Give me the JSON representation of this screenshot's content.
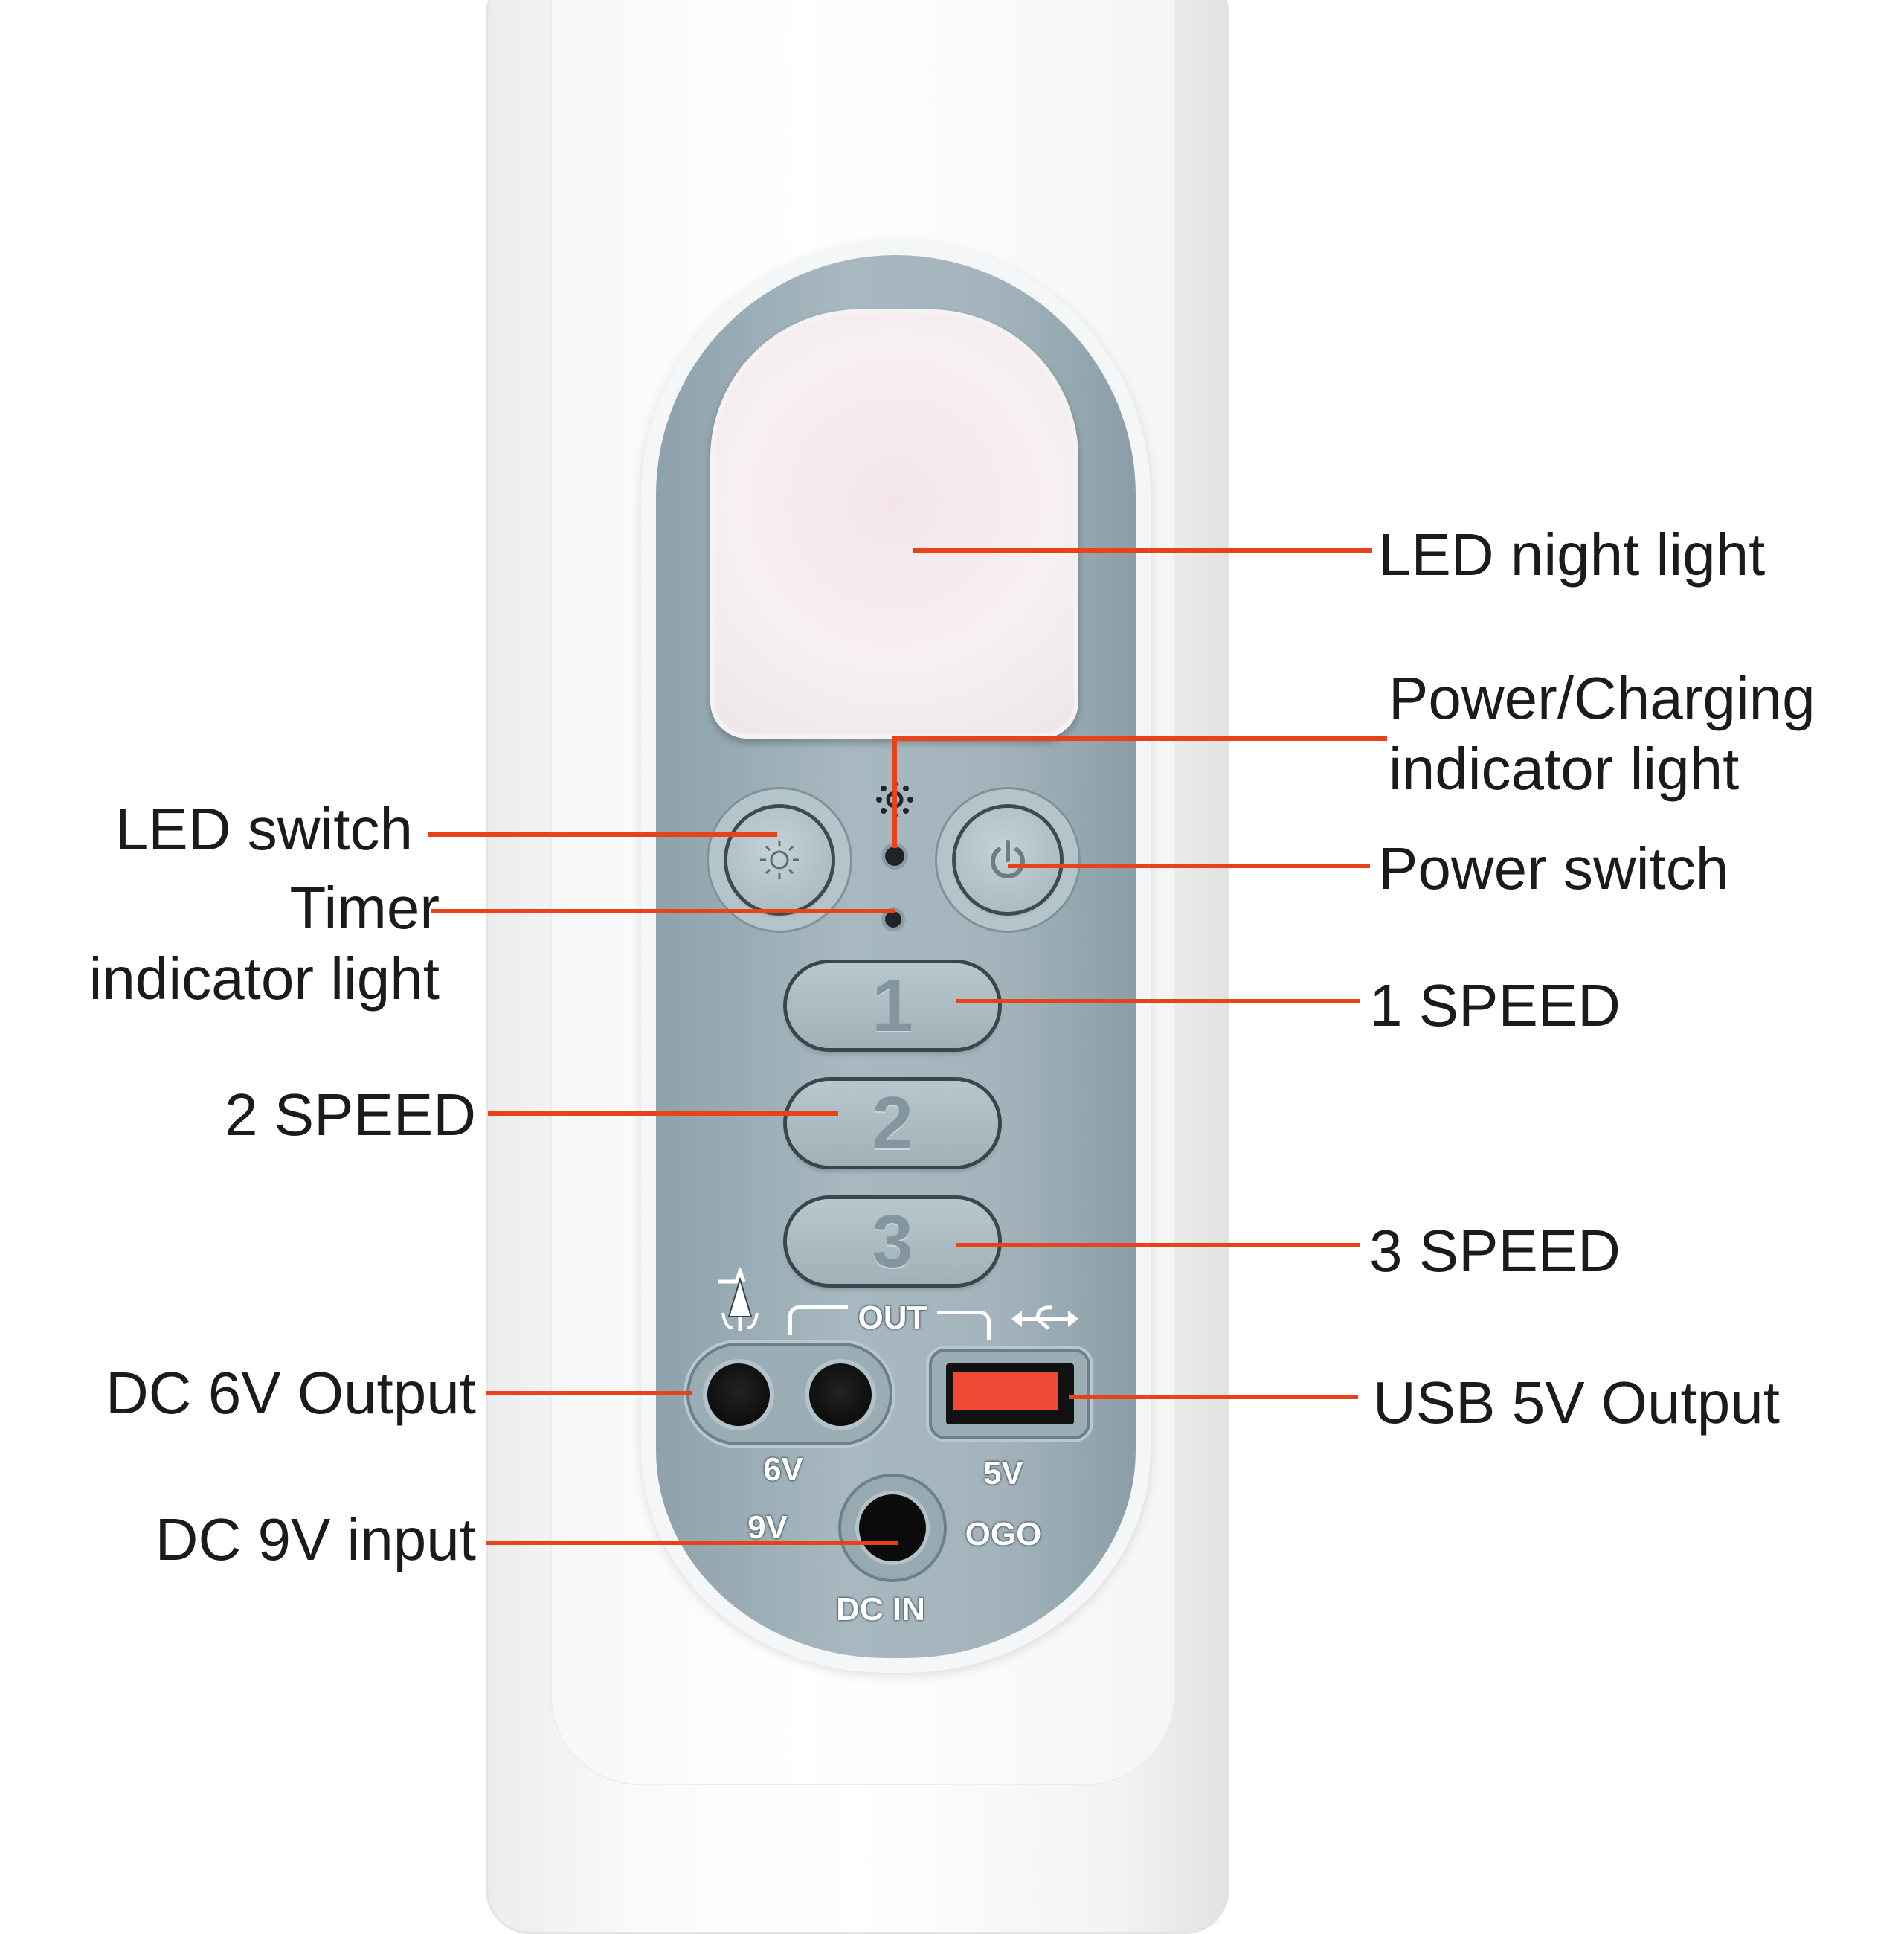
{
  "device_markings": {
    "speed_1": "1",
    "speed_2": "2",
    "speed_3": "3",
    "out": "OUT",
    "six_v": "6V",
    "five_v": "5V",
    "nine_v": "9V",
    "polarity": "OGO",
    "dc_in": "DC IN"
  },
  "callouts": {
    "led_night_light": "LED night light",
    "power_charging_line1": "Power/Charging",
    "power_charging_line2": "indicator light",
    "power_switch": "Power switch",
    "speed_1": "1 SPEED",
    "speed_3": "3 SPEED",
    "usb_output": "USB 5V Output",
    "led_switch": "LED switch",
    "timer_line1": "Timer",
    "timer_line2": "indicator light",
    "speed_2": "2 SPEED",
    "dc6v_output": "DC 6V Output",
    "dc9v_input": "DC 9V input"
  },
  "colors": {
    "callout_line": "#e8421a",
    "panel": "#a3b4bc",
    "usb_port": "#ef4a36"
  }
}
